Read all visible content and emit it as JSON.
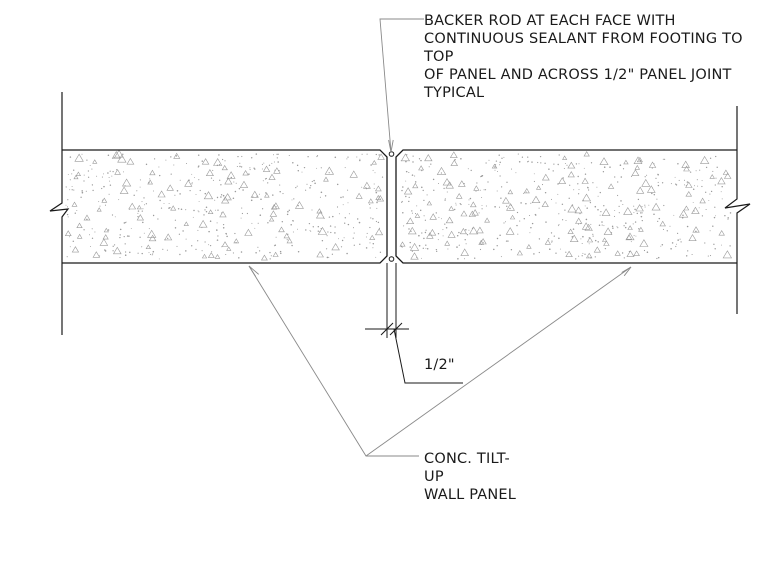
{
  "notes": {
    "backer_rod": {
      "lines": [
        "BACKER ROD AT EACH FACE WITH",
        "CONTINUOUS SEALANT FROM FOOTING TO",
        "TOP",
        "OF PANEL AND ACROSS 1/2\" PANEL JOINT",
        "TYPICAL"
      ]
    },
    "panel": {
      "lines": [
        "CONC. TILT-",
        "UP",
        "WALL PANEL"
      ]
    },
    "joint_dimension": "1/2\""
  },
  "colors": {
    "line": "#1a1a1a",
    "leader": "#8a8a8a",
    "hatch": "#9a9a9a"
  }
}
